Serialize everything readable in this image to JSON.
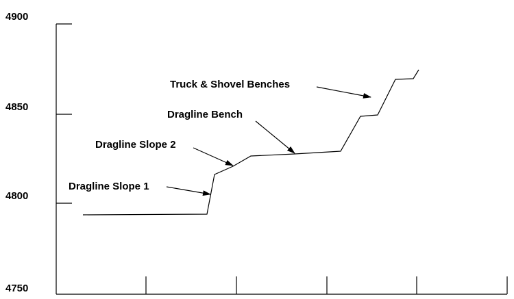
{
  "y_axis": {
    "ticks": [
      "4900",
      "4850",
      "4800",
      "4750"
    ]
  },
  "annotations": {
    "truck_shovel": "Truck & Shovel Benches",
    "dragline_bench": "Dragline Bench",
    "dragline_slope_2": "Dragline Slope 2",
    "dragline_slope_1": "Dragline Slope 1"
  },
  "colors": {
    "line": "#000000",
    "background": "#ffffff"
  }
}
